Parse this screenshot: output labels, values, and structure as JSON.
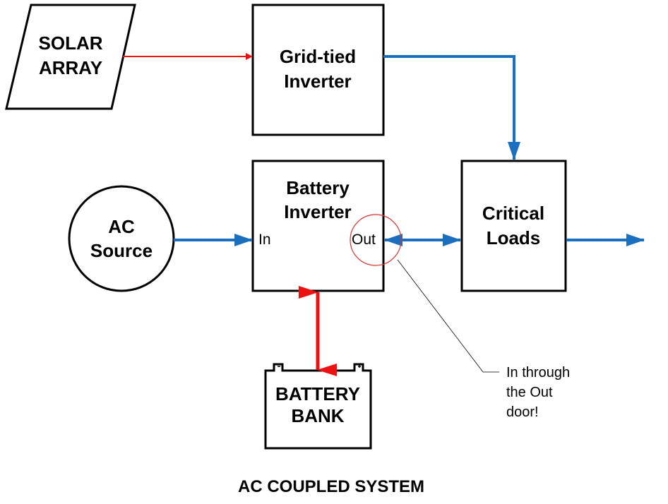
{
  "nodes": {
    "solar_array": {
      "line1": "SOLAR",
      "line2": "ARRAY"
    },
    "grid_tied_inverter": {
      "line1": "Grid-tied",
      "line2": "Inverter"
    },
    "battery_inverter": {
      "line1": "Battery",
      "line2": "Inverter",
      "port_in": "In",
      "port_out": "Out"
    },
    "critical_loads": {
      "line1": "Critical",
      "line2": "Loads"
    },
    "ac_source": {
      "line1": "AC",
      "line2": "Source"
    },
    "battery_bank": {
      "line1": "BATTERY",
      "line2": "BANK"
    }
  },
  "callout": {
    "line1": "In through",
    "line2": "the Out",
    "line3": "door!"
  },
  "title": "AC COUPLED SYSTEM",
  "colors": {
    "dc_link": "#ee1111",
    "ac_link": "#1a6fbf",
    "callout_circle": "#e03030",
    "stroke": "#000000"
  }
}
